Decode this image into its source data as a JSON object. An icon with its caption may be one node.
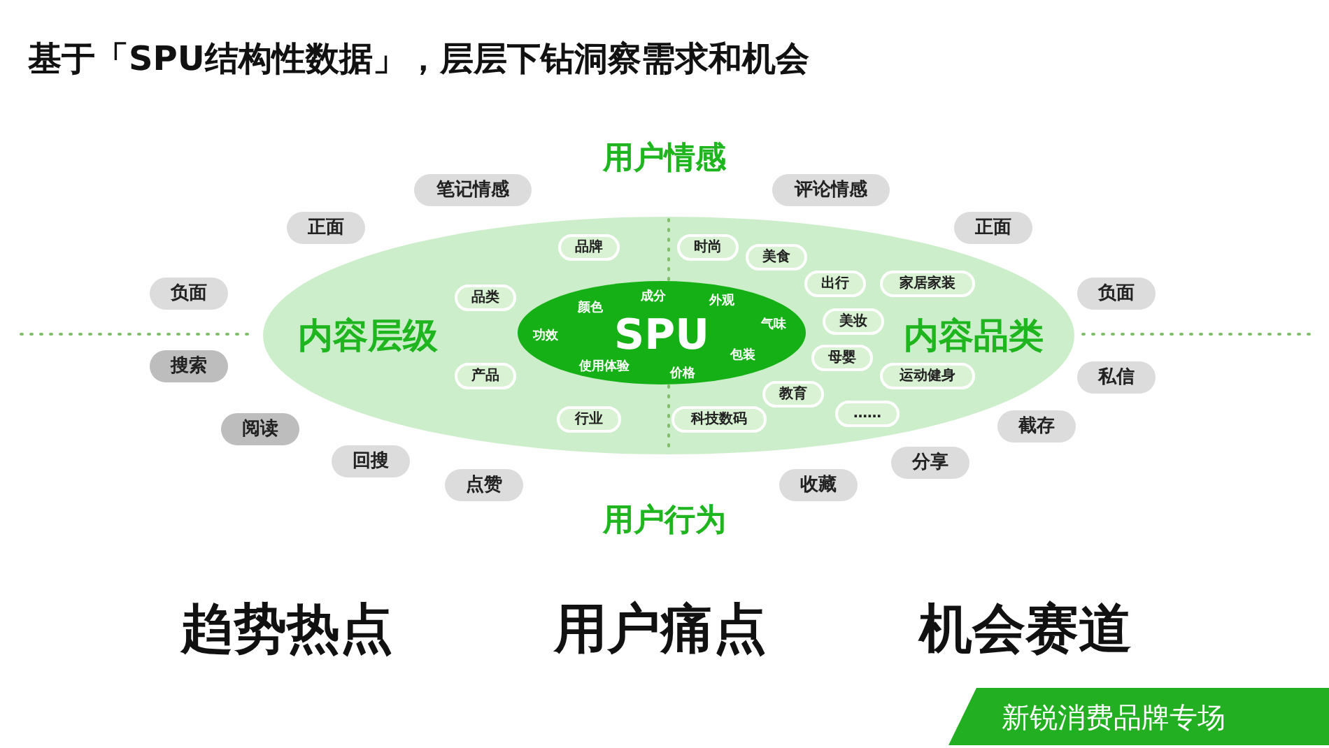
{
  "diagram": {
    "title": "基于「SPU结构性数据」，层层下钻洞察需求和机会",
    "nodes": [
      {
        "text": [
          "内容层级",
          "内容品类"
        ]
      },
      {
        "text": [
          "SPU",
          "颜色",
          "成分",
          "外观",
          "气味",
          "功效",
          "使用体验",
          "价格",
          "包装"
        ],
        "in": 0
      },
      {
        "text": [
          "品牌"
        ],
        "in": 0
      },
      {
        "text": [
          "时尚"
        ],
        "in": 0
      },
      {
        "text": [
          "美食"
        ],
        "in": 0
      },
      {
        "text": [
          "出行"
        ],
        "in": 0
      },
      {
        "text": [
          "家居家装"
        ],
        "in": 0
      },
      {
        "text": [
          "品类"
        ],
        "in": 0
      },
      {
        "text": [
          "美妆"
        ],
        "in": 0
      },
      {
        "text": [
          "母婴"
        ],
        "in": 0
      },
      {
        "text": [
          "产品"
        ],
        "in": 0
      },
      {
        "text": [
          "运动健身"
        ],
        "in": 0
      },
      {
        "text": [
          "教育"
        ],
        "in": 0
      },
      {
        "text": [
          "……"
        ],
        "in": 0
      },
      {
        "text": [
          "行业"
        ],
        "in": 0
      },
      {
        "text": [
          "科技数码"
        ],
        "in": 0
      },
      {
        "text": [
          "笔记情感"
        ]
      },
      {
        "text": [
          "评论情感"
        ]
      },
      {
        "text": [
          "正面"
        ]
      },
      {
        "text": [
          "正面"
        ]
      },
      {
        "text": [
          "负面"
        ]
      },
      {
        "text": [
          "负面"
        ]
      },
      {
        "text": [
          "搜索"
        ]
      },
      {
        "text": [
          "私信"
        ]
      },
      {
        "text": [
          "阅读"
        ]
      },
      {
        "text": [
          "截存"
        ]
      },
      {
        "text": [
          "回搜"
        ]
      },
      {
        "text": [
          "分享"
        ]
      },
      {
        "text": [
          "点赞"
        ]
      },
      {
        "text": [
          "收藏"
        ]
      },
      {
        "text": [
          "新锐消费品牌专场"
        ]
      }
    ],
    "labels": [
      "用户情感",
      "用户行为",
      "趋势热点",
      "用户痛点",
      "机会赛道"
    ]
  }
}
